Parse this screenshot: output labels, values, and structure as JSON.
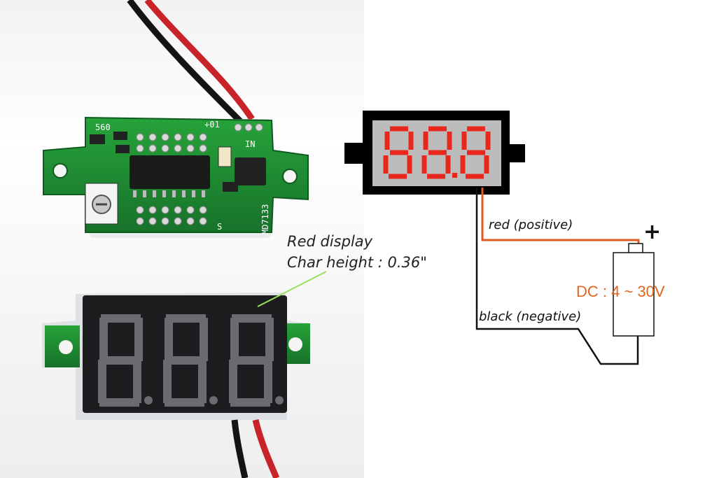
{
  "caption": {
    "line1": "Red display",
    "line2": "Char height : 0.36\""
  },
  "wiring": {
    "red_label": "red (positive)",
    "black_label": "black (negative)",
    "plus_sign": "+",
    "supply_label": "DC : 4 ~ 30V"
  },
  "display_readout": "88.8",
  "pcb_markings": {
    "resistor": "560",
    "top_right": "+01",
    "side": "MD7133",
    "sense": "S",
    "in": "IN"
  },
  "colors": {
    "segment_red": "#e8281e",
    "positive_wire": "#e05a1e",
    "negative_wire": "#111111",
    "pcb_green": "#1e8a2e",
    "supply_text": "#e0661e"
  }
}
